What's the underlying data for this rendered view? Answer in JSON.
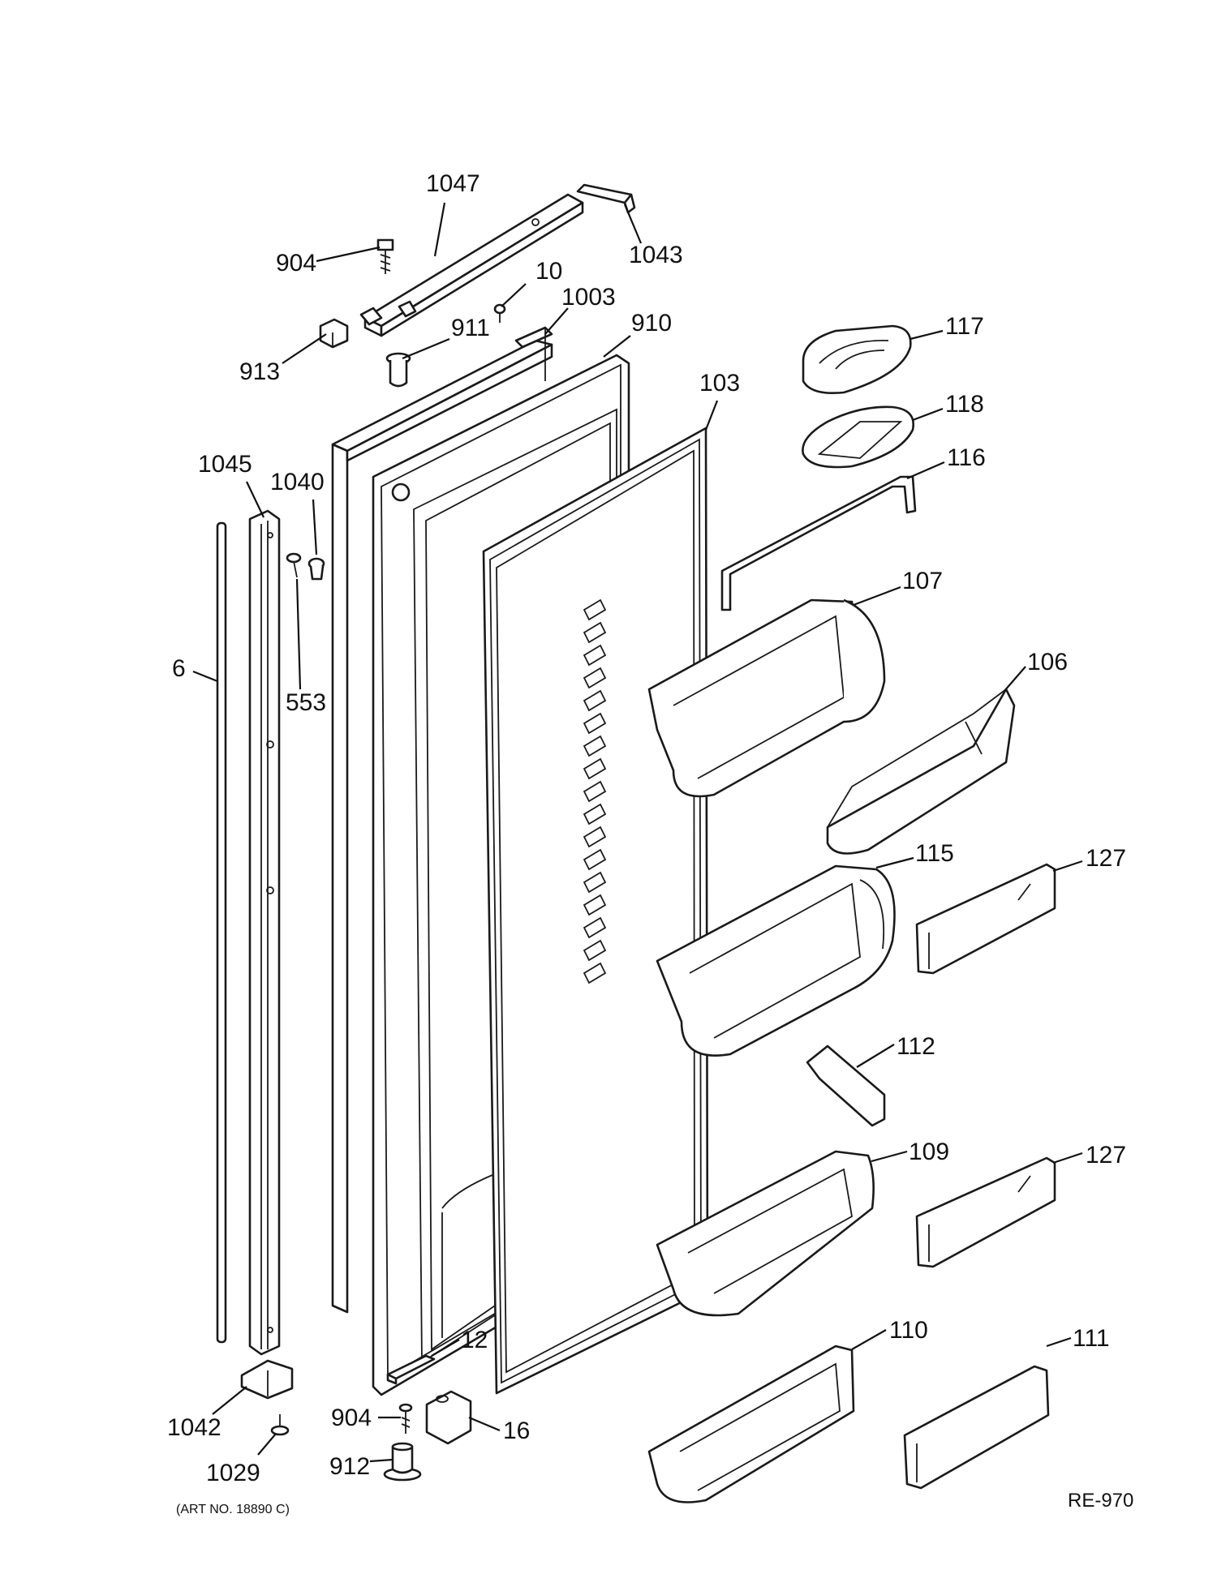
{
  "diagram": {
    "art_number": "(ART NO. 18890 C)",
    "drawing_code": "RE-970",
    "callouts": [
      {
        "id": "c1047",
        "text": "1047"
      },
      {
        "id": "c1043",
        "text": "1043"
      },
      {
        "id": "c904a",
        "text": "904"
      },
      {
        "id": "c10",
        "text": "10"
      },
      {
        "id": "c1003",
        "text": "1003"
      },
      {
        "id": "c910",
        "text": "910"
      },
      {
        "id": "c911",
        "text": "911"
      },
      {
        "id": "c913",
        "text": "913"
      },
      {
        "id": "c117",
        "text": "117"
      },
      {
        "id": "c103",
        "text": "103"
      },
      {
        "id": "c118",
        "text": "118"
      },
      {
        "id": "c1045",
        "text": "1045"
      },
      {
        "id": "c1040",
        "text": "1040"
      },
      {
        "id": "c116",
        "text": "116"
      },
      {
        "id": "c107",
        "text": "107"
      },
      {
        "id": "c6",
        "text": "6"
      },
      {
        "id": "c106",
        "text": "106"
      },
      {
        "id": "c553",
        "text": "553"
      },
      {
        "id": "c115",
        "text": "115"
      },
      {
        "id": "c127a",
        "text": "127"
      },
      {
        "id": "c112",
        "text": "112"
      },
      {
        "id": "c109",
        "text": "109"
      },
      {
        "id": "c127b",
        "text": "127"
      },
      {
        "id": "c110",
        "text": "110"
      },
      {
        "id": "c111",
        "text": "111"
      },
      {
        "id": "c12",
        "text": "12"
      },
      {
        "id": "c1042",
        "text": "1042"
      },
      {
        "id": "c904b",
        "text": "904"
      },
      {
        "id": "c16",
        "text": "16"
      },
      {
        "id": "c1029",
        "text": "1029"
      },
      {
        "id": "c912",
        "text": "912"
      }
    ]
  }
}
